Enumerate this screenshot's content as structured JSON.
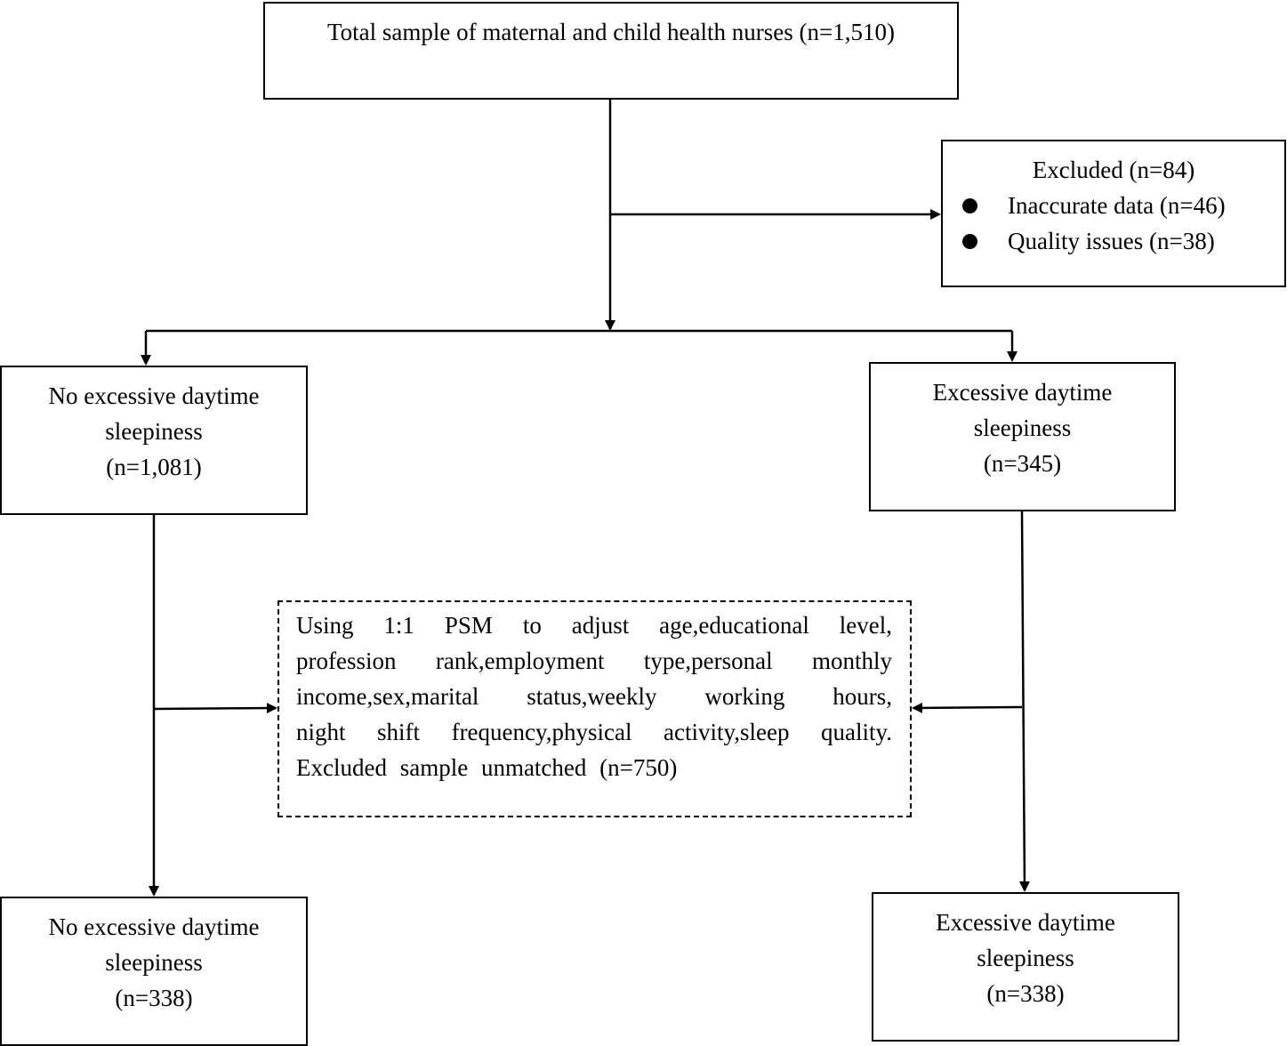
{
  "total": {
    "text": "Total sample of maternal and child health nurses (n=1,510)"
  },
  "excluded": {
    "title": "Excluded (n=84)",
    "items": [
      "Inaccurate data (n=46)",
      "Quality issues (n=38)"
    ]
  },
  "no_eds_before": {
    "line1": "No excessive daytime",
    "line2": "sleepiness",
    "line3": "(n=1,081)"
  },
  "eds_before": {
    "line1": "Excessive daytime",
    "line2": "sleepiness",
    "line3": "(n=345)"
  },
  "psm": {
    "lines": [
      "Using 1:1 PSM to adjust age,educational level,",
      "profession rank,employment type,personal monthly",
      "income,sex,marital status,weekly working hours,",
      "night shift frequency,physical activity,sleep quality.",
      "Excluded sample unmatched (n=750)"
    ]
  },
  "no_eds_after": {
    "line1": "No excessive daytime",
    "line2": "sleepiness",
    "line3": "(n=338)"
  },
  "eds_after": {
    "line1": "Excessive daytime",
    "line2": "sleepiness",
    "line3": "(n=338)"
  }
}
